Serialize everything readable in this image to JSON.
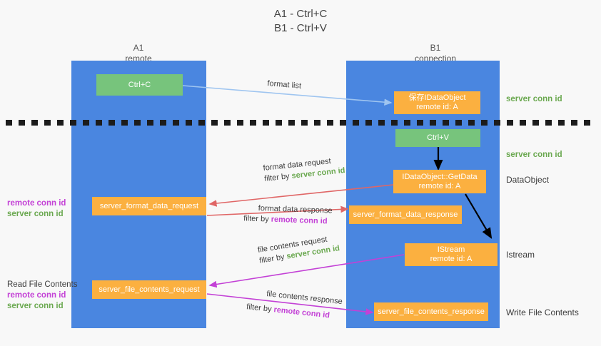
{
  "title": {
    "line1": "A1 - Ctrl+C",
    "line2": "B1 - Ctrl+V"
  },
  "colors": {
    "lane": "#4a86e0",
    "green_node": "#77c47c",
    "orange_node": "#fbb040",
    "server_conn_id": "#6aa84f",
    "remote_conn_id": "#c341d6",
    "arrow_format_list": "#9fc5f0",
    "arrow_format_data": "#e06666",
    "arrow_file_contents": "#c341d6",
    "arrow_internal": "#000000",
    "divider": "#1c1c1c",
    "background": "#f8f8f8"
  },
  "columns": [
    {
      "name": "A1",
      "sub": "remote"
    },
    {
      "name": "B1",
      "sub": "connection"
    }
  ],
  "nodes": {
    "ctrl_c": {
      "line1": "Ctrl+C",
      "line2": ""
    },
    "idataobject": {
      "line1": "保存IDataObject",
      "line2": "remote id: A"
    },
    "ctrl_v": {
      "line1": "Ctrl+V",
      "line2": ""
    },
    "getdata": {
      "line1": "IDataObject::GetData",
      "line2": "remote id: A"
    },
    "server_format_data_request": {
      "line1": "server_format_data_request",
      "line2": ""
    },
    "server_format_data_response": {
      "line1": "server_format_data_response",
      "line2": ""
    },
    "istream": {
      "line1": "IStream",
      "line2": "remote id: A"
    },
    "server_file_contents_request": {
      "line1": "server_file_contents_request",
      "line2": ""
    },
    "server_file_contents_response": {
      "line1": "server_file_contents_response",
      "line2": ""
    }
  },
  "edges": {
    "format_list": {
      "line1": "format list",
      "line2": "",
      "filter_label": "",
      "filter_value": ""
    },
    "format_data_request": {
      "line1": "format data request",
      "filter_label": "filter by ",
      "filter_value": "server conn id"
    },
    "format_data_response": {
      "line1": "format data response",
      "filter_label": "filter by ",
      "filter_value": "remote conn id"
    },
    "file_contents_request": {
      "line1": "file contents request",
      "filter_label": "filter by ",
      "filter_value": "server conn id"
    },
    "file_contents_response": {
      "line1": "file contents response",
      "filter_label": "filter by ",
      "filter_value": "remote conn id"
    }
  },
  "right_labels": {
    "server_conn_id_top": "server conn id",
    "server_conn_id_mid": "server conn id",
    "dataobject": "DataObject",
    "istream": "Istream",
    "write_file_contents": "Write File Contents"
  },
  "left_labels": {
    "remote_conn_id_1": "remote conn id",
    "server_conn_id_1": "server conn id",
    "read_file_contents": "Read File Contents",
    "remote_conn_id_2": "remote conn id",
    "server_conn_id_2": "server conn id"
  }
}
